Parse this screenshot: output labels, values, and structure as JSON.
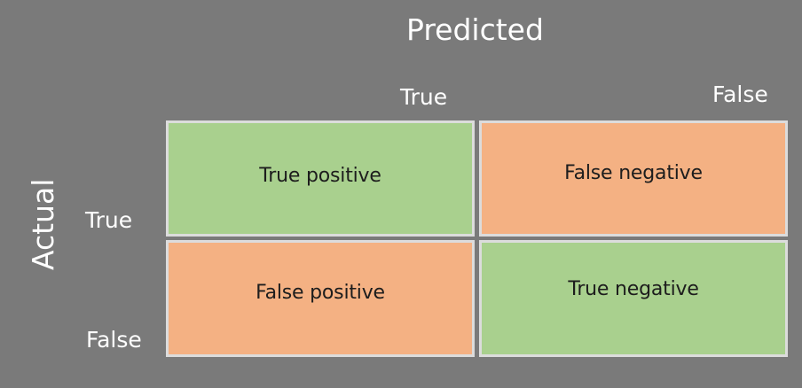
{
  "predicted_title": "Predicted",
  "actual_title": "Actual",
  "columns": {
    "true_label": "True",
    "false_label": "False"
  },
  "rows": {
    "true_label": "True",
    "false_label": "False"
  },
  "cells": {
    "true_positive": "True positive",
    "false_negative": "False negative",
    "false_positive": "False positive",
    "true_negative": "True negative"
  },
  "colors": {
    "background": "#7a7a7a",
    "correct": "#a9d08e",
    "incorrect": "#f4b183",
    "border": "#dcdcdc"
  }
}
